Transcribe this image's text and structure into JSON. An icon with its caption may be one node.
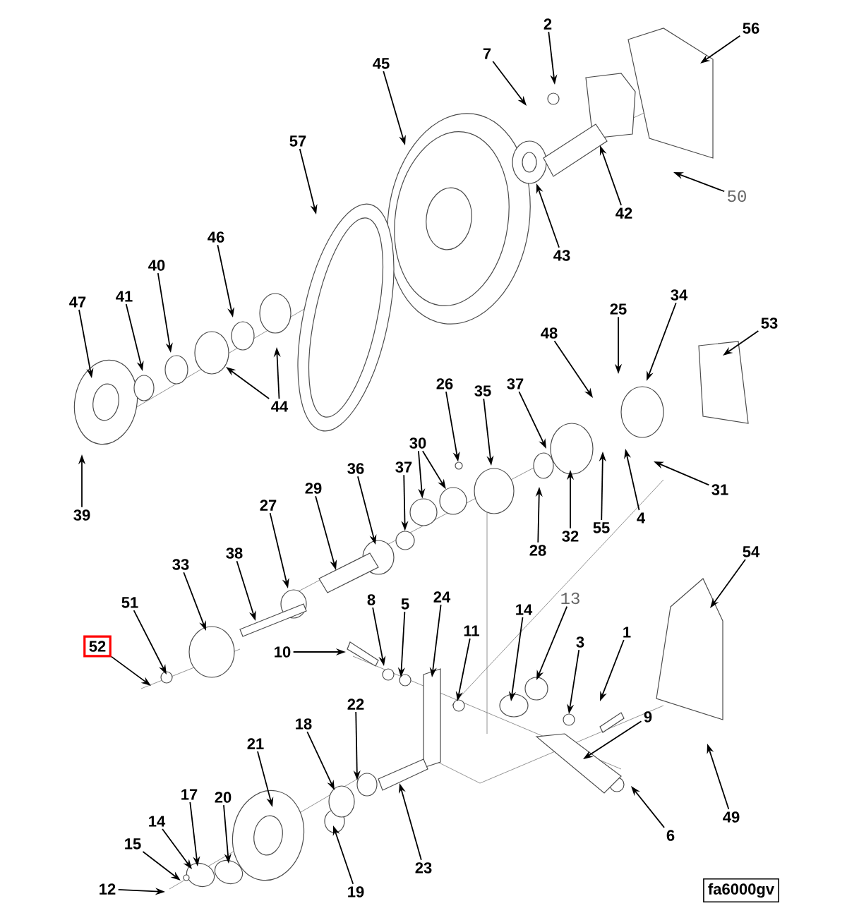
{
  "diagram": {
    "nodes": [
      {
        "text": [
          "2"
        ]
      },
      {
        "text": [
          "56"
        ]
      },
      {
        "text": [
          "7"
        ]
      },
      {
        "text": [
          "45"
        ]
      },
      {
        "text": [
          "57"
        ]
      },
      {
        "text": [
          "50"
        ]
      },
      {
        "text": [
          "42"
        ]
      },
      {
        "text": [
          "46"
        ]
      },
      {
        "text": [
          "43"
        ]
      },
      {
        "text": [
          "40"
        ]
      },
      {
        "text": [
          "41"
        ]
      },
      {
        "text": [
          "47"
        ]
      },
      {
        "text": [
          "34"
        ]
      },
      {
        "text": [
          "25"
        ]
      },
      {
        "text": [
          "53"
        ]
      },
      {
        "text": [
          "48"
        ]
      },
      {
        "text": [
          "26"
        ]
      },
      {
        "text": [
          "37"
        ]
      },
      {
        "text": [
          "35"
        ]
      },
      {
        "text": [
          "44"
        ]
      },
      {
        "text": [
          "30"
        ]
      },
      {
        "text": [
          "36"
        ]
      },
      {
        "text": [
          "37"
        ]
      },
      {
        "text": [
          "39"
        ]
      },
      {
        "text": [
          "29"
        ]
      },
      {
        "text": [
          "31"
        ]
      },
      {
        "text": [
          "27"
        ]
      },
      {
        "text": [
          "4"
        ]
      },
      {
        "text": [
          "55"
        ]
      },
      {
        "text": [
          "32"
        ]
      },
      {
        "text": [
          "28"
        ]
      },
      {
        "text": [
          "54"
        ]
      },
      {
        "text": [
          "38"
        ]
      },
      {
        "text": [
          "33"
        ]
      },
      {
        "text": [
          "13"
        ]
      },
      {
        "text": [
          "24"
        ]
      },
      {
        "text": [
          "8"
        ]
      },
      {
        "text": [
          "51"
        ]
      },
      {
        "text": [
          "5"
        ]
      },
      {
        "text": [
          "14"
        ]
      },
      {
        "text": [
          "11"
        ]
      },
      {
        "text": [
          "1"
        ]
      },
      {
        "text": [
          "3"
        ]
      },
      {
        "text": [
          "52"
        ]
      },
      {
        "text": [
          "10"
        ]
      },
      {
        "text": [
          "22"
        ]
      },
      {
        "text": [
          "9"
        ]
      },
      {
        "text": [
          "18"
        ]
      },
      {
        "text": [
          "21"
        ]
      },
      {
        "text": [
          "17"
        ]
      },
      {
        "text": [
          "20"
        ]
      },
      {
        "text": [
          "49"
        ]
      },
      {
        "text": [
          "14"
        ]
      },
      {
        "text": [
          "6"
        ]
      },
      {
        "text": [
          "15"
        ]
      },
      {
        "text": [
          "23"
        ]
      },
      {
        "text": [
          "12"
        ]
      },
      {
        "text": [
          "19"
        ]
      },
      {
        "text": [
          "fa6000gv"
        ]
      },
      {
        "text": [],
        "shape": "circle"
      },
      {
        "text": [],
        "shape": "circle"
      },
      {
        "text": [],
        "shape": "circle"
      },
      {
        "text": [],
        "shape": "circle"
      }
    ],
    "edges": [
      {
        "from": 0,
        "to": null,
        "arrow": "to"
      },
      {
        "from": 1,
        "to": null,
        "arrow": "to"
      },
      {
        "from": 2,
        "to": null,
        "arrow": "to"
      },
      {
        "from": 3,
        "to": null,
        "arrow": "to"
      },
      {
        "from": 4,
        "to": null,
        "arrow": "to"
      },
      {
        "from": 5,
        "to": null,
        "arrow": "to"
      },
      {
        "from": 6,
        "to": null,
        "arrow": "to"
      },
      {
        "from": 7,
        "to": null,
        "arrow": "to"
      },
      {
        "from": 8,
        "to": null,
        "arrow": "to"
      },
      {
        "from": 9,
        "to": null,
        "arrow": "to"
      },
      {
        "from": 10,
        "to": null,
        "arrow": "to"
      },
      {
        "from": 11,
        "to": null,
        "arrow": "to"
      },
      {
        "from": 12,
        "to": null,
        "arrow": "to"
      },
      {
        "from": 13,
        "to": null,
        "arrow": "to"
      },
      {
        "from": 14,
        "to": null,
        "arrow": "to"
      },
      {
        "from": 15,
        "to": null,
        "arrow": "to"
      },
      {
        "from": 16,
        "to": 59,
        "arrow": "to"
      },
      {
        "from": 17,
        "to": null,
        "arrow": "to"
      },
      {
        "from": 18,
        "to": null,
        "arrow": "to"
      },
      {
        "from": 19,
        "to": null,
        "arrow": "to"
      },
      {
        "from": 19,
        "to": null,
        "arrow": "to"
      },
      {
        "from": 20,
        "to": 62,
        "arrow": "to"
      },
      {
        "from": 20,
        "to": 60,
        "arrow": "to"
      },
      {
        "from": 21,
        "to": null,
        "arrow": "to"
      },
      {
        "from": 22,
        "to": 61,
        "arrow": "to"
      },
      {
        "from": 23,
        "to": null,
        "arrow": "to"
      },
      {
        "from": 24,
        "to": null,
        "arrow": "to"
      },
      {
        "from": 25,
        "to": null,
        "arrow": "to"
      },
      {
        "from": 26,
        "to": null,
        "arrow": "to"
      },
      {
        "from": 27,
        "to": null,
        "arrow": "to"
      },
      {
        "from": 28,
        "to": null,
        "arrow": "to"
      },
      {
        "from": 29,
        "to": null,
        "arrow": "to"
      },
      {
        "from": 30,
        "to": null,
        "arrow": "to"
      },
      {
        "from": 31,
        "to": null,
        "arrow": "to"
      },
      {
        "from": 32,
        "to": null,
        "arrow": "to"
      },
      {
        "from": 33,
        "to": null,
        "arrow": "to"
      },
      {
        "from": 34,
        "to": null,
        "arrow": "to"
      },
      {
        "from": 35,
        "to": null,
        "arrow": "to"
      },
      {
        "from": 36,
        "to": null,
        "arrow": "to"
      },
      {
        "from": 37,
        "to": null,
        "arrow": "to"
      },
      {
        "from": 38,
        "to": null,
        "arrow": "to"
      },
      {
        "from": 39,
        "to": null,
        "arrow": "to"
      },
      {
        "from": 40,
        "to": null,
        "arrow": "to"
      },
      {
        "from": 41,
        "to": null,
        "arrow": "to"
      },
      {
        "from": 42,
        "to": null,
        "arrow": "to"
      },
      {
        "from": 43,
        "to": null,
        "arrow": "to"
      },
      {
        "from": 44,
        "to": null,
        "arrow": "to"
      },
      {
        "from": 45,
        "to": null,
        "arrow": "to"
      },
      {
        "from": 46,
        "to": null,
        "arrow": "to"
      },
      {
        "from": 47,
        "to": null,
        "arrow": "to"
      },
      {
        "from": 48,
        "to": null,
        "arrow": "to"
      },
      {
        "from": 49,
        "to": null,
        "arrow": "to"
      },
      {
        "from": 50,
        "to": null,
        "arrow": "to"
      },
      {
        "from": 51,
        "to": null,
        "arrow": "to"
      },
      {
        "from": 52,
        "to": null,
        "arrow": "to"
      },
      {
        "from": 53,
        "to": null,
        "arrow": "to"
      },
      {
        "from": 54,
        "to": null,
        "arrow": "to"
      },
      {
        "from": 55,
        "to": null,
        "arrow": "to"
      },
      {
        "from": 56,
        "to": null,
        "arrow": "to"
      },
      {
        "from": 57,
        "to": null,
        "arrow": "to"
      }
    ]
  }
}
